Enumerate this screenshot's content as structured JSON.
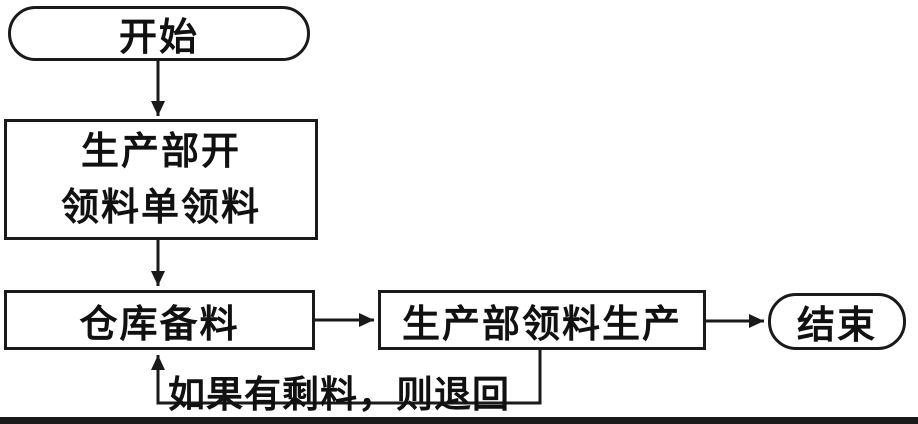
{
  "diagram": {
    "type": "flowchart",
    "start": {
      "label": "开始"
    },
    "requisition": {
      "line1": "生产部开",
      "line2": "领料单领料"
    },
    "warehouse": {
      "label": "仓库备料"
    },
    "production": {
      "label": "生产部领料生产"
    },
    "end": {
      "label": "结束"
    },
    "return_edge": {
      "label": "如果有剩料，则退回"
    },
    "colors": {
      "stroke": "#1a1a1a",
      "text": "#111111",
      "background": "#ffffff"
    }
  }
}
